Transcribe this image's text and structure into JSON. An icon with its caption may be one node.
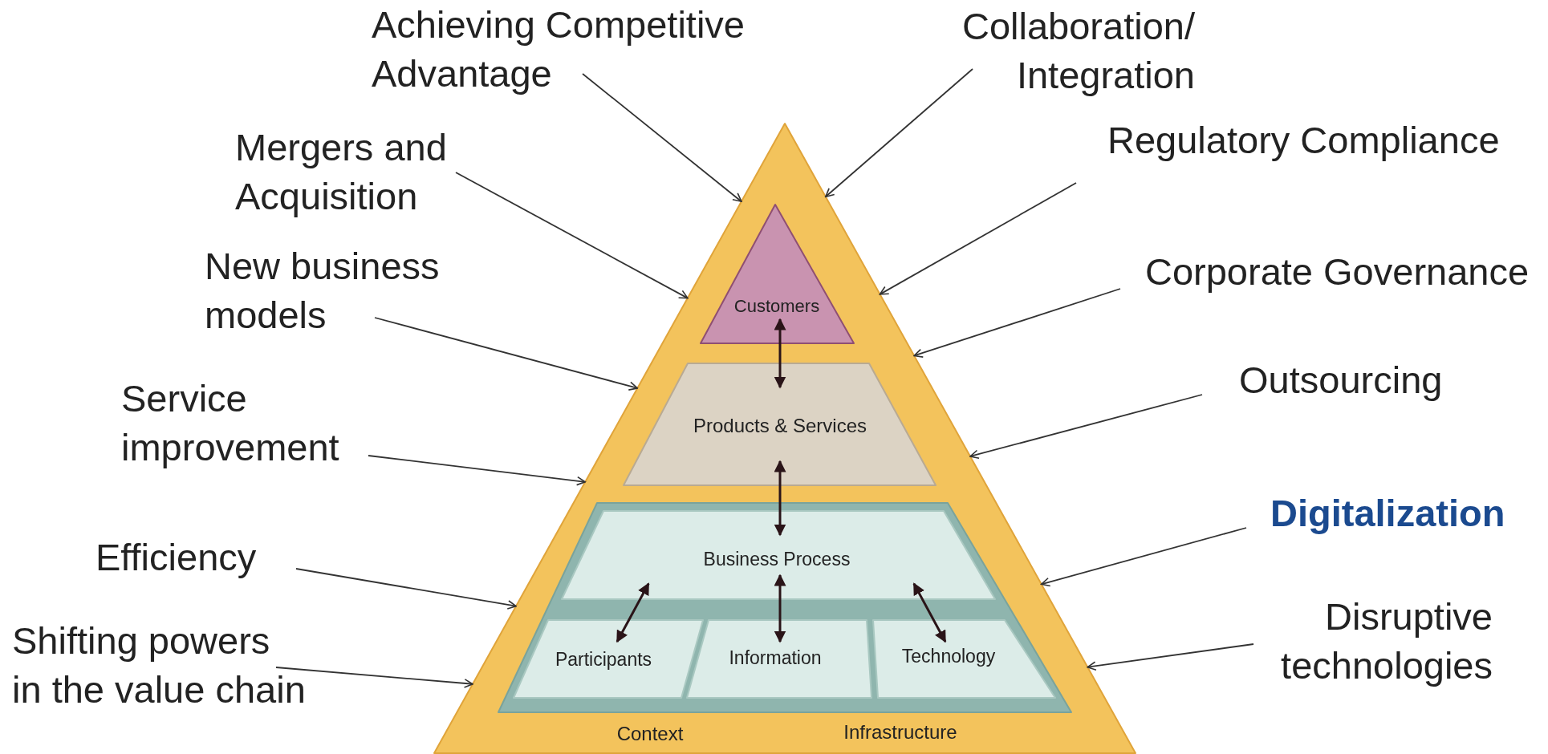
{
  "diagram": {
    "nodes": [
      {
        "text": [
          "Context",
          "Infrastructure"
        ]
      },
      {
        "text": [
          "Customers"
        ],
        "in": 0
      },
      {
        "text": [
          "Products & Services"
        ],
        "in": 0
      },
      {
        "text": [
          "Business Process"
        ],
        "in": 0
      },
      {
        "text": [
          "Participants"
        ],
        "in": 0
      },
      {
        "text": [
          "Information"
        ],
        "in": 0
      },
      {
        "text": [
          "Technology"
        ],
        "in": 0
      },
      {
        "text": [
          "Achieving Competitive Advantage"
        ]
      },
      {
        "text": [
          "Collaboration/ Integration"
        ]
      },
      {
        "text": [
          "Mergers and Acquisition"
        ]
      },
      {
        "text": [
          "Regulatory Compliance"
        ]
      },
      {
        "text": [
          "New business models"
        ]
      },
      {
        "text": [
          "Corporate Governance"
        ]
      },
      {
        "text": [
          "Service improvement"
        ]
      },
      {
        "text": [
          "Outsourcing"
        ]
      },
      {
        "text": [
          "Digitalization"
        ]
      },
      {
        "text": [
          "Efficiency"
        ]
      },
      {
        "text": [
          "Disruptive technologies"
        ]
      },
      {
        "text": [
          "Shifting powers in the value chain"
        ]
      }
    ],
    "edges": [
      {
        "from": 7,
        "to": 0,
        "arrow": "to"
      },
      {
        "from": 8,
        "to": 0,
        "arrow": "to"
      },
      {
        "from": 9,
        "to": 0,
        "arrow": "to"
      },
      {
        "from": 10,
        "to": 0,
        "arrow": "to"
      },
      {
        "from": 11,
        "to": 0,
        "arrow": "to"
      },
      {
        "from": 12,
        "to": 0,
        "arrow": "to"
      },
      {
        "from": 13,
        "to": 0,
        "arrow": "to"
      },
      {
        "from": 14,
        "to": 0,
        "arrow": "to"
      },
      {
        "from": 15,
        "to": 0,
        "arrow": "to"
      },
      {
        "from": 16,
        "to": 0,
        "arrow": "to"
      },
      {
        "from": 17,
        "to": 0,
        "arrow": "to"
      },
      {
        "from": 18,
        "to": 0,
        "arrow": "to"
      },
      {
        "from": 1,
        "to": 2,
        "arrow": "both"
      },
      {
        "from": 2,
        "to": 3,
        "arrow": "both"
      },
      {
        "from": 3,
        "to": 4,
        "arrow": "both"
      },
      {
        "from": 3,
        "to": 5,
        "arrow": "both"
      },
      {
        "from": 3,
        "to": 6,
        "arrow": "both"
      }
    ]
  }
}
